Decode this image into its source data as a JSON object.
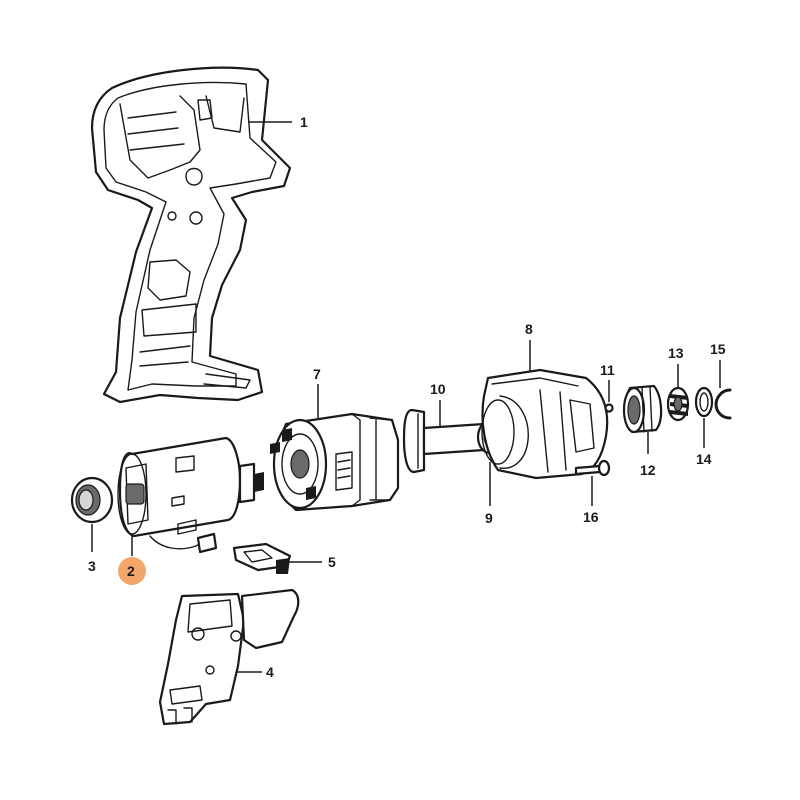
{
  "diagram": {
    "highlight_color": "#f2a66a",
    "line_color": "#1a1a1a",
    "highlighted_part": "2",
    "callouts": [
      {
        "id": "1",
        "label": "1"
      },
      {
        "id": "2",
        "label": "2"
      },
      {
        "id": "3",
        "label": "3"
      },
      {
        "id": "4",
        "label": "4"
      },
      {
        "id": "5",
        "label": "5"
      },
      {
        "id": "7",
        "label": "7"
      },
      {
        "id": "8",
        "label": "8"
      },
      {
        "id": "9",
        "label": "9"
      },
      {
        "id": "10",
        "label": "10"
      },
      {
        "id": "11",
        "label": "11"
      },
      {
        "id": "12",
        "label": "12"
      },
      {
        "id": "13",
        "label": "13"
      },
      {
        "id": "14",
        "label": "14"
      },
      {
        "id": "15",
        "label": "15"
      },
      {
        "id": "16",
        "label": "16"
      }
    ]
  }
}
